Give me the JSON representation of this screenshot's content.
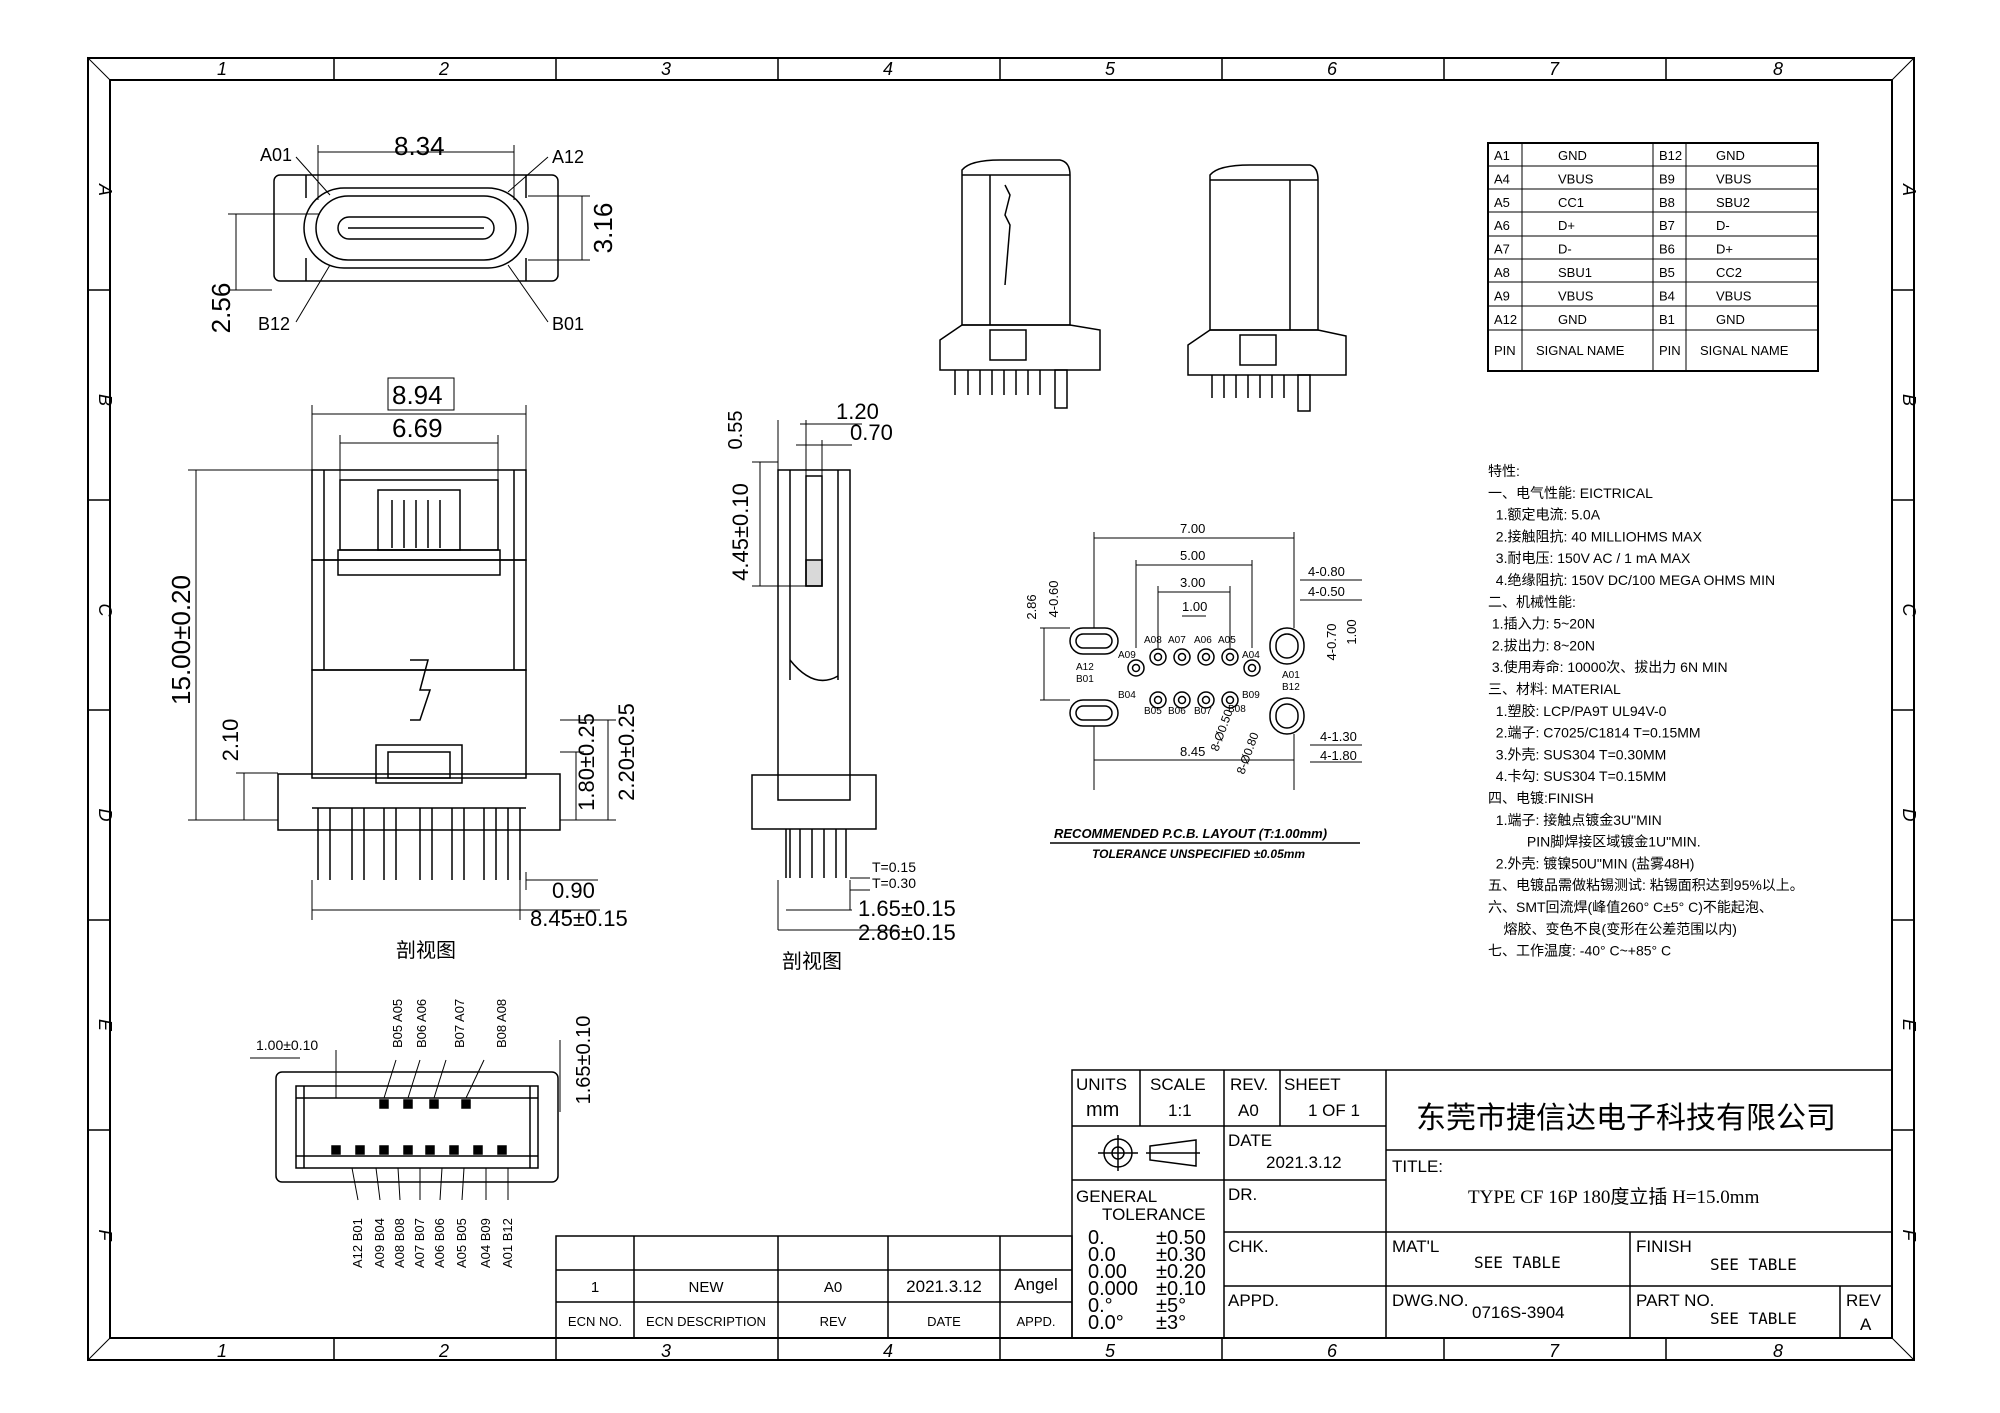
{
  "grid": {
    "columns": [
      "1",
      "2",
      "3",
      "4",
      "5",
      "6",
      "7",
      "8"
    ],
    "rows": [
      "A",
      "B",
      "C",
      "D",
      "E",
      "F"
    ]
  },
  "top_view": {
    "width": "8.34",
    "height": "3.16",
    "offset": "2.56",
    "labels": [
      "A01",
      "A12",
      "B12",
      "B01"
    ]
  },
  "section_view_1": {
    "dims": [
      "8.94",
      "6.69",
      "15.00±0.20",
      "2.10",
      "1.80±0.25",
      "2.20±0.25",
      "0.90",
      "8.45±0.15"
    ],
    "caption": "剖视图"
  },
  "section_view_2": {
    "dims": [
      "0.55",
      "1.20",
      "0.70",
      "4.45±0.10",
      "T=0.15",
      "T=0.30",
      "1.65±0.15",
      "2.86±0.15"
    ],
    "caption": "剖视图"
  },
  "pin_table": {
    "rows": [
      [
        "A1",
        "GND",
        "B12",
        "GND"
      ],
      [
        "A4",
        "VBUS",
        "B9",
        "VBUS"
      ],
      [
        "A5",
        "CC1",
        "B8",
        "SBU2"
      ],
      [
        "A6",
        "D+",
        "B7",
        "D-"
      ],
      [
        "A7",
        "D-",
        "B6",
        "D+"
      ],
      [
        "A8",
        "SBU1",
        "B5",
        "CC2"
      ],
      [
        "A9",
        "VBUS",
        "B4",
        "VBUS"
      ],
      [
        "A12",
        "GND",
        "B1",
        "GND"
      ]
    ],
    "header": [
      "PIN",
      "SIGNAL NAME",
      "PIN",
      "SIGNAL NAME"
    ]
  },
  "pcb_layout": {
    "dims_top": [
      "7.00",
      "5.00",
      "3.00",
      "1.00"
    ],
    "dims_right": [
      "4-0.80",
      "4-0.50",
      "4-0.70",
      "1.00"
    ],
    "dims_left": [
      "2.86",
      "4-0.60"
    ],
    "dims_bottom": [
      "4-1.30",
      "4-1.80",
      "8.45",
      "8-Ø0.50",
      "8-Ø0.80"
    ],
    "pins_top": [
      "A08",
      "A07",
      "A06",
      "A05"
    ],
    "pins_mid": [
      "A09",
      "A04",
      "A12",
      "B01",
      "A01",
      "B12"
    ],
    "pins_bottom": [
      "B04",
      "B05",
      "B06",
      "B07",
      "B08",
      "B09"
    ],
    "caption": "RECOMMENDED  P.C.B. LAYOUT (T:1.00mm)",
    "tolerance": "TOLERANCE UNSPECIFIED ±0.05mm"
  },
  "specs": [
    "特性:",
    "一、电气性能: EICTRICAL",
    "  1.额定电流: 5.0A",
    "  2.接触阻抗: 40 MILLIOHMS MAX",
    "  3.耐电压: 150V AC / 1 mA MAX",
    "  4.绝缘阻抗: 150V DC/100 MEGA OHMS MIN",
    "二、机械性能:",
    " 1.插入力: 5~20N",
    " 2.拔出力: 8~20N",
    " 3.使用寿命: 10000次、拔出力 6N MIN",
    "三、材料: MATERIAL",
    "  1.塑胶: LCP/PA9T UL94V-0",
    "  2.端子: C7025/C1814 T=0.15MM",
    "  3.外壳: SUS304 T=0.30MM",
    "  4.卡勾: SUS304 T=0.15MM",
    "四、电镀:FINISH",
    "  1.端子: 接触点镀金3U\"MIN",
    "          PIN脚焊接区域镀金1U\"MIN.",
    "  2.外壳: 镀镍50U\"MIN (盐雾48H)",
    "五、电镀品需做粘锡测试: 粘锡面积达到95%以上。",
    "六、SMT回流焊(峰值260° C±5° C)不能起泡、",
    "    熔胶、变色不良(变形在公差范围以内)",
    "七、工作温度: -40° C~+85° C"
  ],
  "bottom_view": {
    "dims": [
      "1.00±0.10",
      "1.65±0.10"
    ],
    "pins_top": [
      "B05 A05",
      "B06 A06",
      "B07 A07",
      "B08 A08"
    ],
    "pins_bottom": [
      "A12 B01",
      "A09 B04",
      "A08 B08",
      "A07 B07",
      "A06 B06",
      "A05 B05",
      "A04 B09",
      "A01 B12"
    ]
  },
  "revision_table": {
    "row": {
      "ecn_no": "1",
      "description": "NEW",
      "rev": "A0",
      "date": "2021.3.12",
      "appd": "Angel"
    },
    "header": {
      "ecn_no": "ECN NO.",
      "description": "ECN  DESCRIPTION",
      "rev": "REV",
      "date": "DATE",
      "appd": "APPD."
    }
  },
  "title_block": {
    "units_label": "UNITS",
    "units": "mm",
    "scale_label": "SCALE",
    "scale": "1:1",
    "rev_label": "REV.",
    "rev": "A0",
    "sheet_label": "SHEET",
    "sheet": "1 OF 1",
    "company": "东莞市捷信达电子科技有限公司",
    "date_label": "DATE",
    "date": "2021.3.12",
    "title_label": "TITLE:",
    "title": "TYPE CF 16P 180度立插 H=15.0mm",
    "general_tol_1": "GENERAL",
    "general_tol_2": "TOLERANCE",
    "tolerances": [
      {
        "k": "0.",
        "v": "±0.50"
      },
      {
        "k": "0.0",
        "v": "±0.30"
      },
      {
        "k": "0.00",
        "v": "±0.20"
      },
      {
        "k": "0.000",
        "v": "±0.10"
      },
      {
        "k": "0.°",
        "v": "±5°"
      },
      {
        "k": "0.0°",
        "v": "±3°"
      }
    ],
    "dr_label": "DR.",
    "chk_label": "CHK.",
    "appd_label": "APPD.",
    "matl_label": "MAT'L",
    "matl": "SEE TABLE",
    "finish_label": "FINISH",
    "finish": "SEE TABLE",
    "dwg_label": "DWG.NO.",
    "dwg": "0716S-3904",
    "part_label": "PART NO.",
    "part": "SEE TABLE",
    "rev2_label": "REV",
    "rev2": "A"
  }
}
